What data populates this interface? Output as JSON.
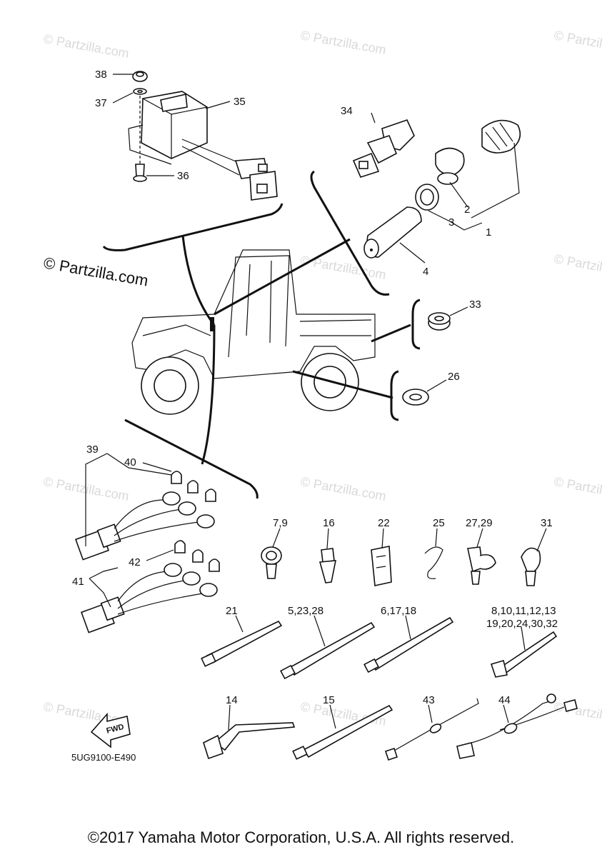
{
  "watermark": "© Partzilla.com",
  "watermark_main": "© Partzilla.com",
  "diagram_code": "5UG9100-E490",
  "fwd_label": "FWD",
  "copyright": "©2017 Yamaha Motor Corporation, U.S.A. All rights reserved.",
  "callouts": {
    "c1": "1",
    "c2": "2",
    "c3": "3",
    "c4": "4",
    "c26": "26",
    "c33": "33",
    "c34": "34",
    "c35": "35",
    "c36": "36",
    "c37": "37",
    "c38": "38",
    "c39": "39",
    "c40": "40",
    "c41": "41",
    "c42": "42",
    "c7_9": "7,9",
    "c16": "16",
    "c22": "22",
    "c25": "25",
    "c27_29": "27,29",
    "c31": "31",
    "c21": "21",
    "c5_23_28": "5,23,28",
    "c6_17_18": "6,17,18",
    "c8_13": "8,10,11,12,13",
    "c19_32": "19,20,24,30,32",
    "c14": "14",
    "c15": "15",
    "c43": "43",
    "c44": "44"
  }
}
